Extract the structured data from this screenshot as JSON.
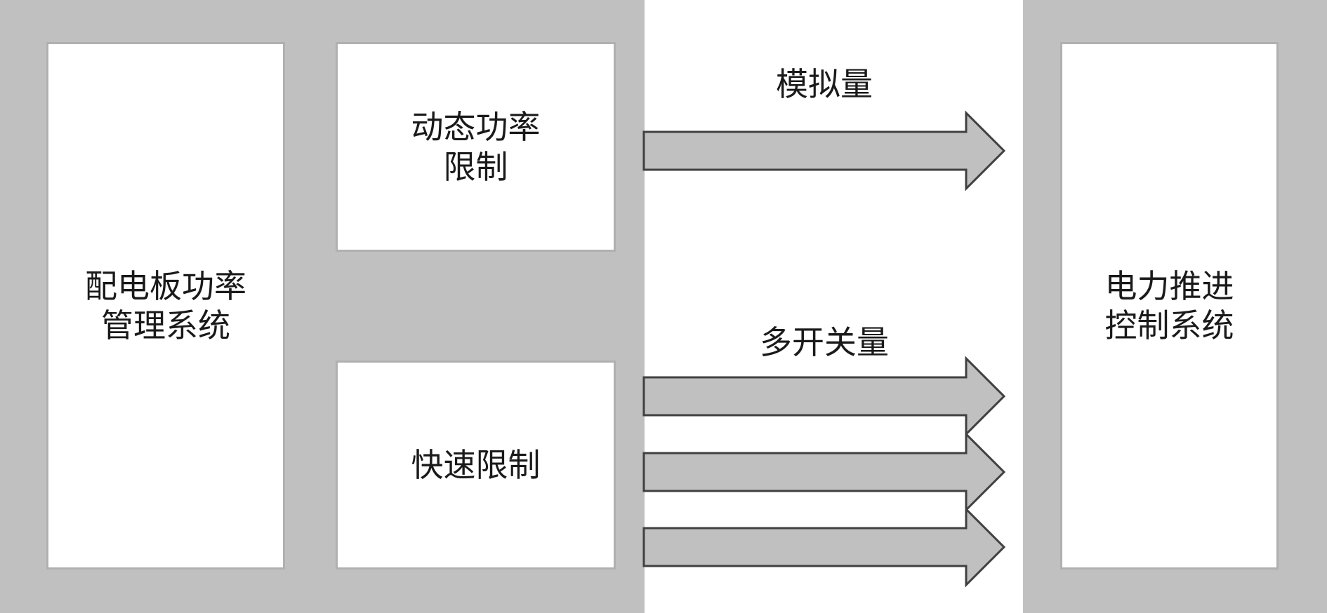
{
  "diagram": {
    "left_system": {
      "label": "配电板功率\n管理系统"
    },
    "dynamic_limit": {
      "label": "动态功率\n限制"
    },
    "fast_limit": {
      "label": "快速限制"
    },
    "right_system": {
      "label": "电力推进\n控制系统"
    },
    "analog_signal": {
      "label": "模拟量"
    },
    "multi_switch_signal": {
      "label": "多开关量"
    }
  },
  "colors": {
    "panel": "#c0c0c0",
    "box_fill": "#ffffff",
    "box_border": "#b0b0b0",
    "arrow_fill": "#c0c0c0",
    "arrow_stroke": "#404040",
    "text": "#1a1a1a"
  }
}
